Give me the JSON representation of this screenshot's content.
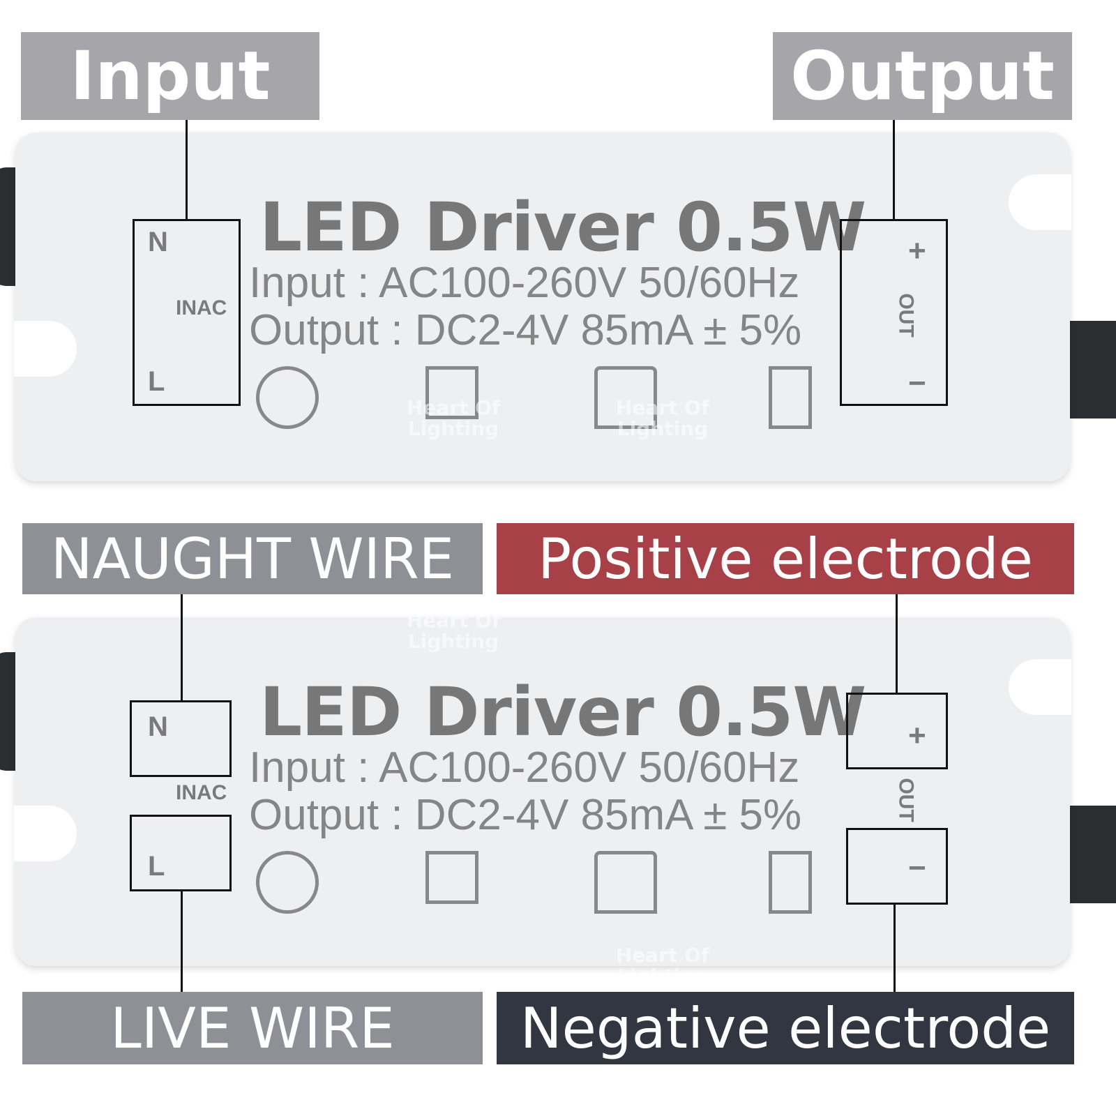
{
  "labels": {
    "input": "Input",
    "output": "Output",
    "naught_wire": "NAUGHT WIRE",
    "positive": "Positive electrode",
    "live_wire": "LIVE WIRE",
    "negative": "Negative electrode"
  },
  "driver": {
    "title": "LED Driver   0.5W",
    "input_spec": "Input : AC100-260V 50/60Hz",
    "output_spec": "Output : DC2-4V 85mA ± 5%",
    "n": "N",
    "l": "L",
    "inac": "INAC",
    "out": "OUT",
    "plus": "+",
    "minus": "−"
  },
  "watermark": "Heart Of Lighting",
  "colors": {
    "gray_label": "#8f9096",
    "positive": "#a84047",
    "negative": "#323640",
    "cable": "#2a2e30"
  }
}
